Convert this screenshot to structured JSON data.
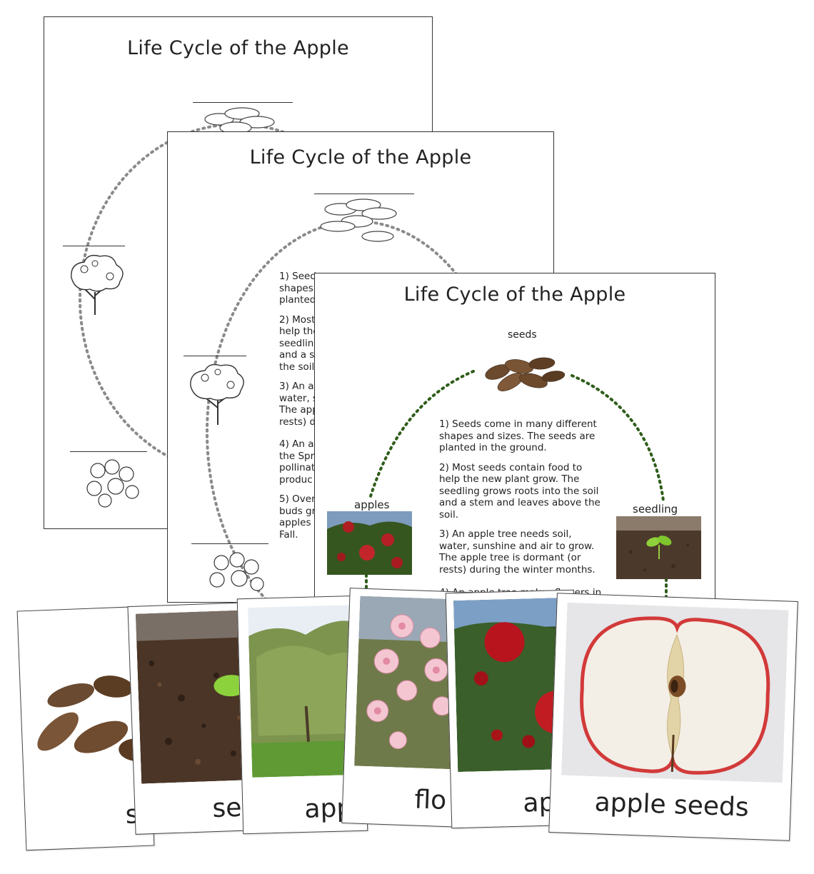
{
  "sheets": [
    {
      "title": "Life Cycle of the Apple"
    },
    {
      "title": "Life Cycle of the Apple",
      "text_fragments": [
        "1) Seeds",
        "shapes",
        "planted",
        "2) Most",
        "help the",
        "seedling",
        "and a s",
        "the soil.",
        "3) An a",
        "water, s",
        "The app",
        "rests) du",
        "4) An a",
        "the Spri",
        "pollinat",
        "produc",
        "5) Over",
        "buds gr",
        "apples t",
        "Fall."
      ]
    },
    {
      "title": "Life Cycle of the Apple",
      "labels": {
        "seeds": "seeds",
        "apples": "apples",
        "seedling": "seedling"
      },
      "paragraphs": [
        "1) Seeds come in many different shapes and sizes. The seeds are planted in the ground.",
        "2) Most seeds contain food to help the new plant grow. The seedling grows roots into the soil and a stem and leaves above the soil.",
        "3) An apple tree needs soil, water, sunshine and air to grow. The apple tree is dormant (or rests) during the winter months.",
        "4) An apple tree makes flowers in"
      ]
    }
  ],
  "cards": [
    {
      "label": "se"
    },
    {
      "label": "see"
    },
    {
      "label": "app"
    },
    {
      "label": "flo"
    },
    {
      "label": "ap"
    },
    {
      "label": "apple seeds"
    }
  ],
  "colors": {
    "dotted_gray": "#8a8a8a",
    "dotted_green": "#2f5d1a"
  },
  "icons": [
    "flower-cluster-icon",
    "tree-icon",
    "blossom-icon",
    "seed-pile-icon",
    "seedling-icon",
    "apple-tree-icon"
  ]
}
